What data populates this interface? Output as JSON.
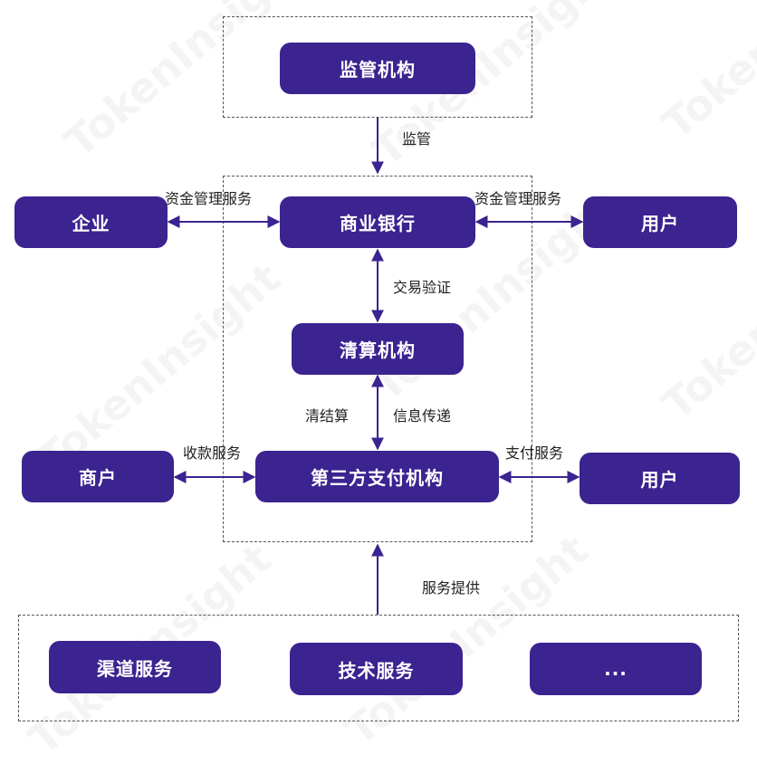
{
  "watermark": "TokenInsight",
  "nodes": {
    "regulator": "监管机构",
    "enterprise": "企业",
    "bank": "商业银行",
    "user_top": "用户",
    "clearing": "清算机构",
    "merchant": "商户",
    "third_party": "第三方支付机构",
    "user_bottom": "用户",
    "channel": "渠道服务",
    "tech": "技术服务",
    "more": "..."
  },
  "edges": {
    "supervise": "监管",
    "fund_mgmt_left": "资金管理服务",
    "fund_mgmt_right": "资金管理服务",
    "tx_verify": "交易验证",
    "settle": "清结算",
    "info_pass": "信息传递",
    "collect": "收款服务",
    "pay": "支付服务",
    "provide": "服务提供"
  },
  "colors": {
    "box": "#3b2390",
    "arrow": "#3b2390",
    "frame": "#555555"
  }
}
